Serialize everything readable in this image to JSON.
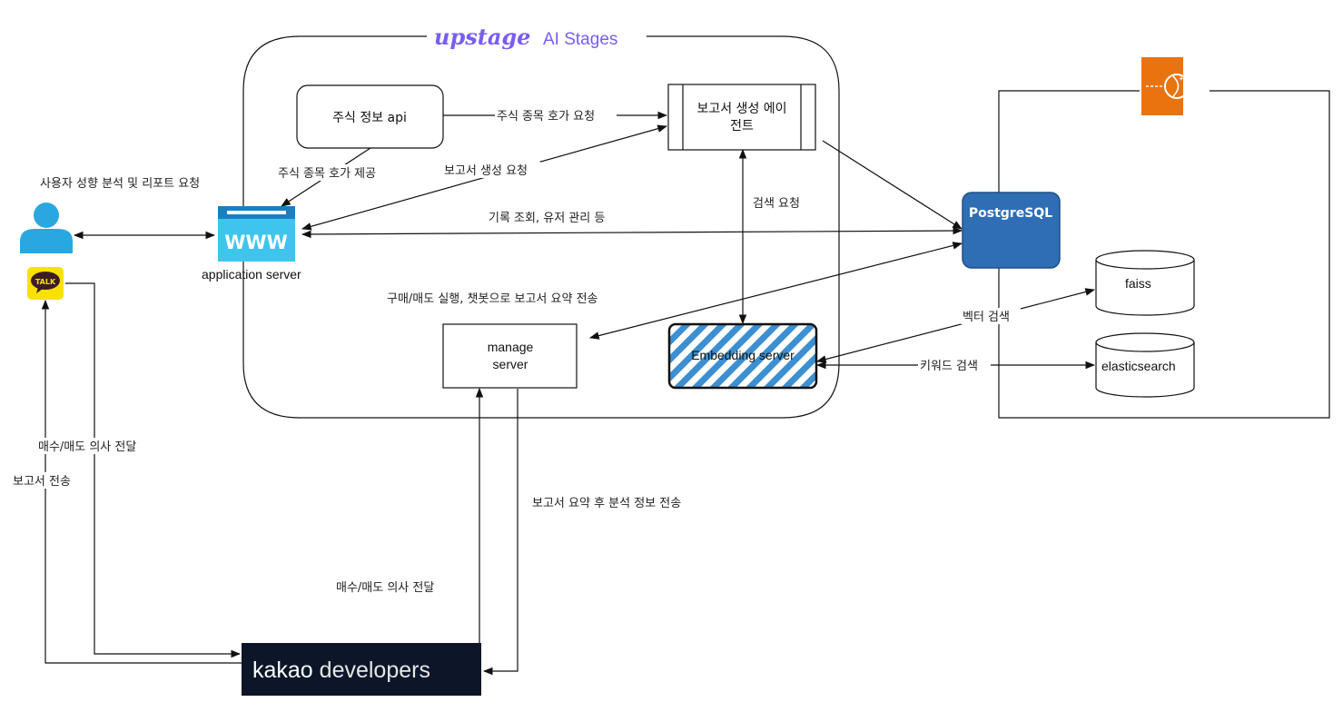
{
  "upstage": {
    "logo_text": "upstage",
    "title": "AI Stages",
    "brand_color": "#7b5cf5"
  },
  "nodes": {
    "stock_api": "주식 정보 api",
    "report_agent_line1": "보고서 생성 에이",
    "report_agent_line2": "전트",
    "app_server": "application server",
    "www_label": "WWW",
    "manage_line1": "manage",
    "manage_line2": "server",
    "embedding": "Embedding server",
    "postgres": "PostgreSQL",
    "faiss": "faiss",
    "elastic": "elasticsearch",
    "kakao_bold": "kakao",
    "kakao_rest": " developers",
    "talk": "TALK"
  },
  "edges": {
    "user_request": "사용자 성향 분석 및 리포트 요청",
    "quote_request": "주식 종목 호가 요청",
    "quote_provide": "주식 종목 호가 제공",
    "report_request": "보고서 생성 요청",
    "search_request": "검색 요청",
    "history": "기록 조회, 유저 관리 등",
    "trade_exec": "구매/매도 실행, 챗봇으로 보고서 요약 전송",
    "vector_search": "벡터 검색",
    "keyword_search": "키워드 검색",
    "buy_sell_left": "매수/매도 의사 전달",
    "report_send": "보고서 전송",
    "summary_send": "보고서 요약 후 분석 정보 전송",
    "buy_sell_bottom": "매수/매도 의사 전달"
  },
  "colors": {
    "postgres": "#2f6eb5",
    "aws_badge": "#e8730f",
    "user_icon": "#29a8e0",
    "www_icon": "#3fc4ee",
    "kakao_yellow": "#fae100",
    "kakao_bg": "#0c1628",
    "embedding_hatch": "#3c8fd0"
  }
}
